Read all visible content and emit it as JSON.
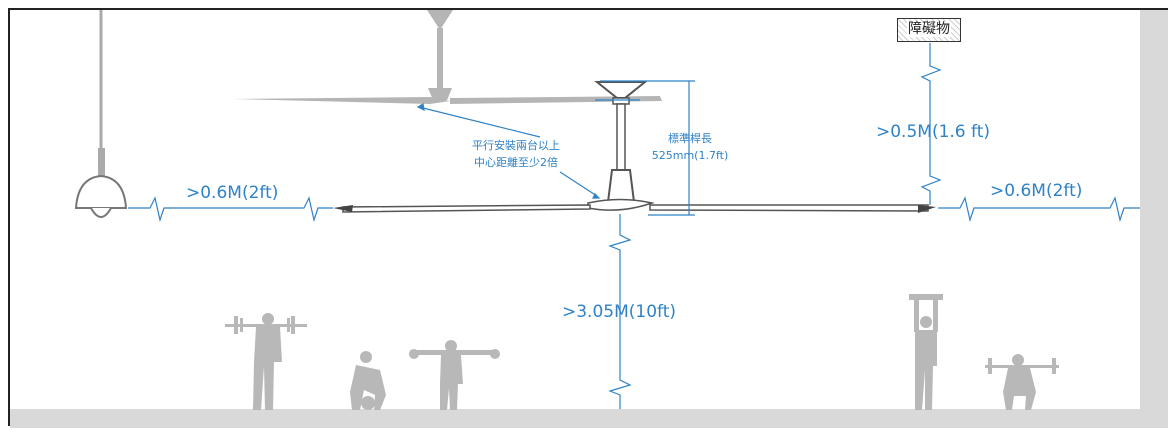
{
  "labels": {
    "left_clearance": ">0.6M(2ft)",
    "right_clearance": ">0.6M(2ft)",
    "obstacle_clearance": ">0.5M(1.6 ft)",
    "floor_clearance": ">3.05M(10ft)",
    "obstacle": "障礙物",
    "parallel_note_line1": "平行安裝兩台以上",
    "parallel_note_line2": "中心距離至少2倍",
    "downrod_line1": "標準桿長",
    "downrod_line2": "525mm(1.7ft)"
  },
  "colors": {
    "dimension": "#2f82c8",
    "silhouette": "#b8b8b8",
    "fan_dark": "#555555",
    "wall": "#d9d9d9"
  }
}
